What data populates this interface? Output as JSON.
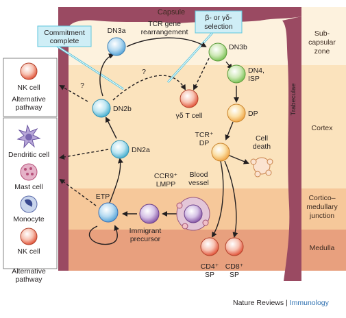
{
  "capsule_label": "Capsule",
  "trabeculae_label": "Trabeculae",
  "zones": {
    "subcapsular_1": "Sub-",
    "subcapsular_2": "capsular",
    "subcapsular_3": "zone",
    "cortex": "Cortex",
    "cmj_1": "Cortico–",
    "cmj_2": "medullary",
    "cmj_3": "junction",
    "medulla": "Medulla"
  },
  "callouts": {
    "commitment_1": "Commitment",
    "commitment_2": "complete",
    "selection_1": "β- or γδ-",
    "selection_2": "selection"
  },
  "cells": {
    "dn3a": "DN3a",
    "tcr_1": "TCR gene",
    "tcr_2": "rearrangement",
    "dn3b": "DN3b",
    "dn4_1": "DN4,",
    "dn4_2": "ISP",
    "dp": "DP",
    "tcr_dp_1": "TCR⁺",
    "tcr_dp_2": "DP",
    "cell_death_1": "Cell",
    "cell_death_2": "death",
    "gd_t": "γδ T cell",
    "dn2b": "DN2b",
    "dn2a": "DN2a",
    "etp": "ETP",
    "lmpp_1": "CCR9⁺",
    "lmpp_2": "LMPP",
    "blood_1": "Blood",
    "blood_2": "vessel",
    "immigrant_1": "Immigrant",
    "immigrant_2": "precursor",
    "cd4_1": "CD4⁺",
    "cd4_2": "SP",
    "cd8_1": "CD8⁺",
    "cd8_2": "SP",
    "question": "?"
  },
  "left_panel": {
    "nk_top": "NK cell",
    "alt_top_1": "Alternative",
    "alt_top_2": "pathway",
    "dendritic": "Dendritic cell",
    "mast": "Mast cell",
    "monocyte": "Monocyte",
    "nk_bottom": "NK cell",
    "alt_bottom_1": "Alternative",
    "alt_bottom_2": "pathway"
  },
  "footer": {
    "journal": "Nature Reviews",
    "separator": " | ",
    "section": "Immunology"
  },
  "colors": {
    "capsule": "#9a4a62",
    "subcapsular": "#fdf2de",
    "cortex": "#fbe3bd",
    "cmj": "#f6c89a",
    "medulla": "#e8a07e",
    "callout_line": "#5ec6dc"
  }
}
